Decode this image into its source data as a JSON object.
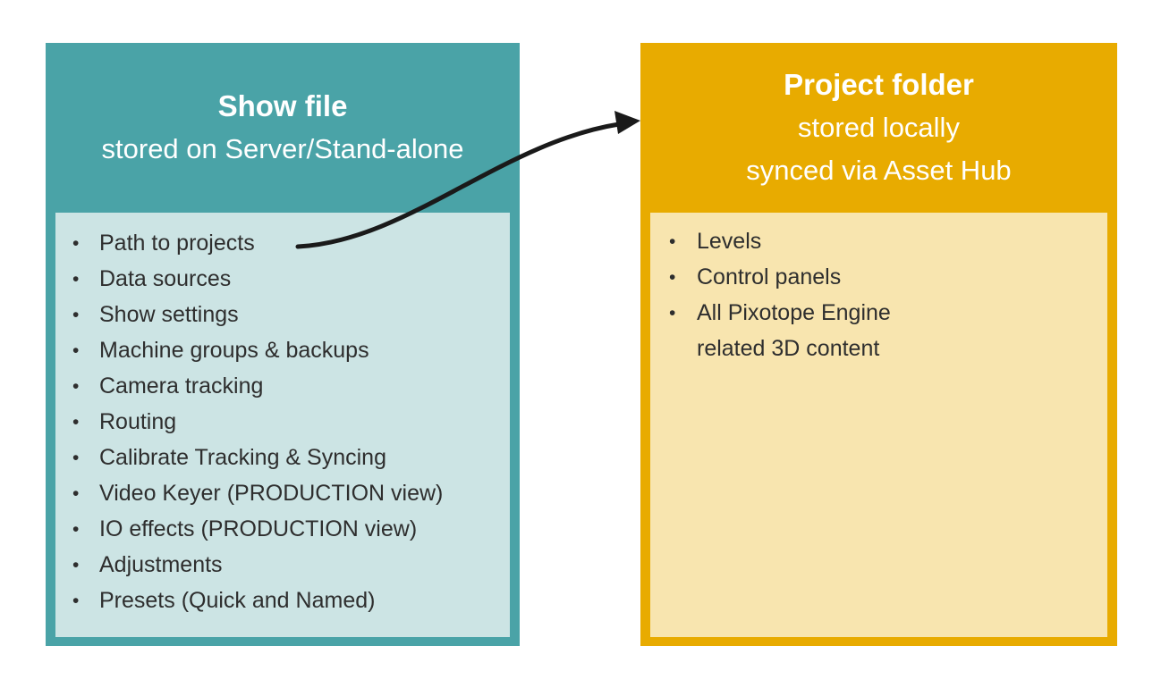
{
  "colors": {
    "teal": "#4AA3A7",
    "teal-light": "#CCE4E4",
    "amber": "#E8AB00",
    "amber-light": "#F8E5AF",
    "arrow": "#1A1A1A",
    "text-dark": "#2E2E2E",
    "text-light": "#FFFFFF",
    "background": "#FFFFFF"
  },
  "show_file": {
    "title": "Show file",
    "subtitle": "stored on Server/Stand-alone",
    "items": [
      "Path to projects",
      "Data sources",
      "Show settings",
      "Machine groups & backups",
      "Camera tracking",
      "Routing",
      "Calibrate Tracking & Syncing",
      "Video Keyer (PRODUCTION view)",
      "IO effects (PRODUCTION view)",
      "Adjustments",
      "Presets (Quick and Named)"
    ]
  },
  "project_folder": {
    "title": "Project folder",
    "subtitle_line1": "stored locally",
    "subtitle_line2": "synced via Asset Hub",
    "items": [
      "Levels",
      "Control panels",
      "All Pixotope Engine\nrelated 3D content"
    ]
  }
}
